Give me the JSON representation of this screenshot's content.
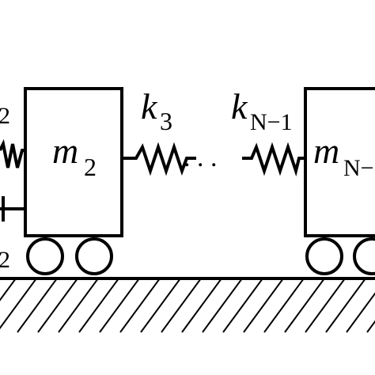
{
  "diagram": {
    "labels": {
      "left_spring": {
        "subscript": "2"
      },
      "left_damper": {
        "subscript": "2"
      },
      "mass_2": {
        "symbol": "m",
        "subscript": "2"
      },
      "spring_3": {
        "symbol": "k",
        "subscript": "3"
      },
      "spring_n_minus_1": {
        "symbol": "k",
        "subscript": "N−1"
      },
      "mass_n_minus_1": {
        "symbol": "m",
        "subscript": "N−"
      }
    },
    "ellipsis": ". . ."
  }
}
